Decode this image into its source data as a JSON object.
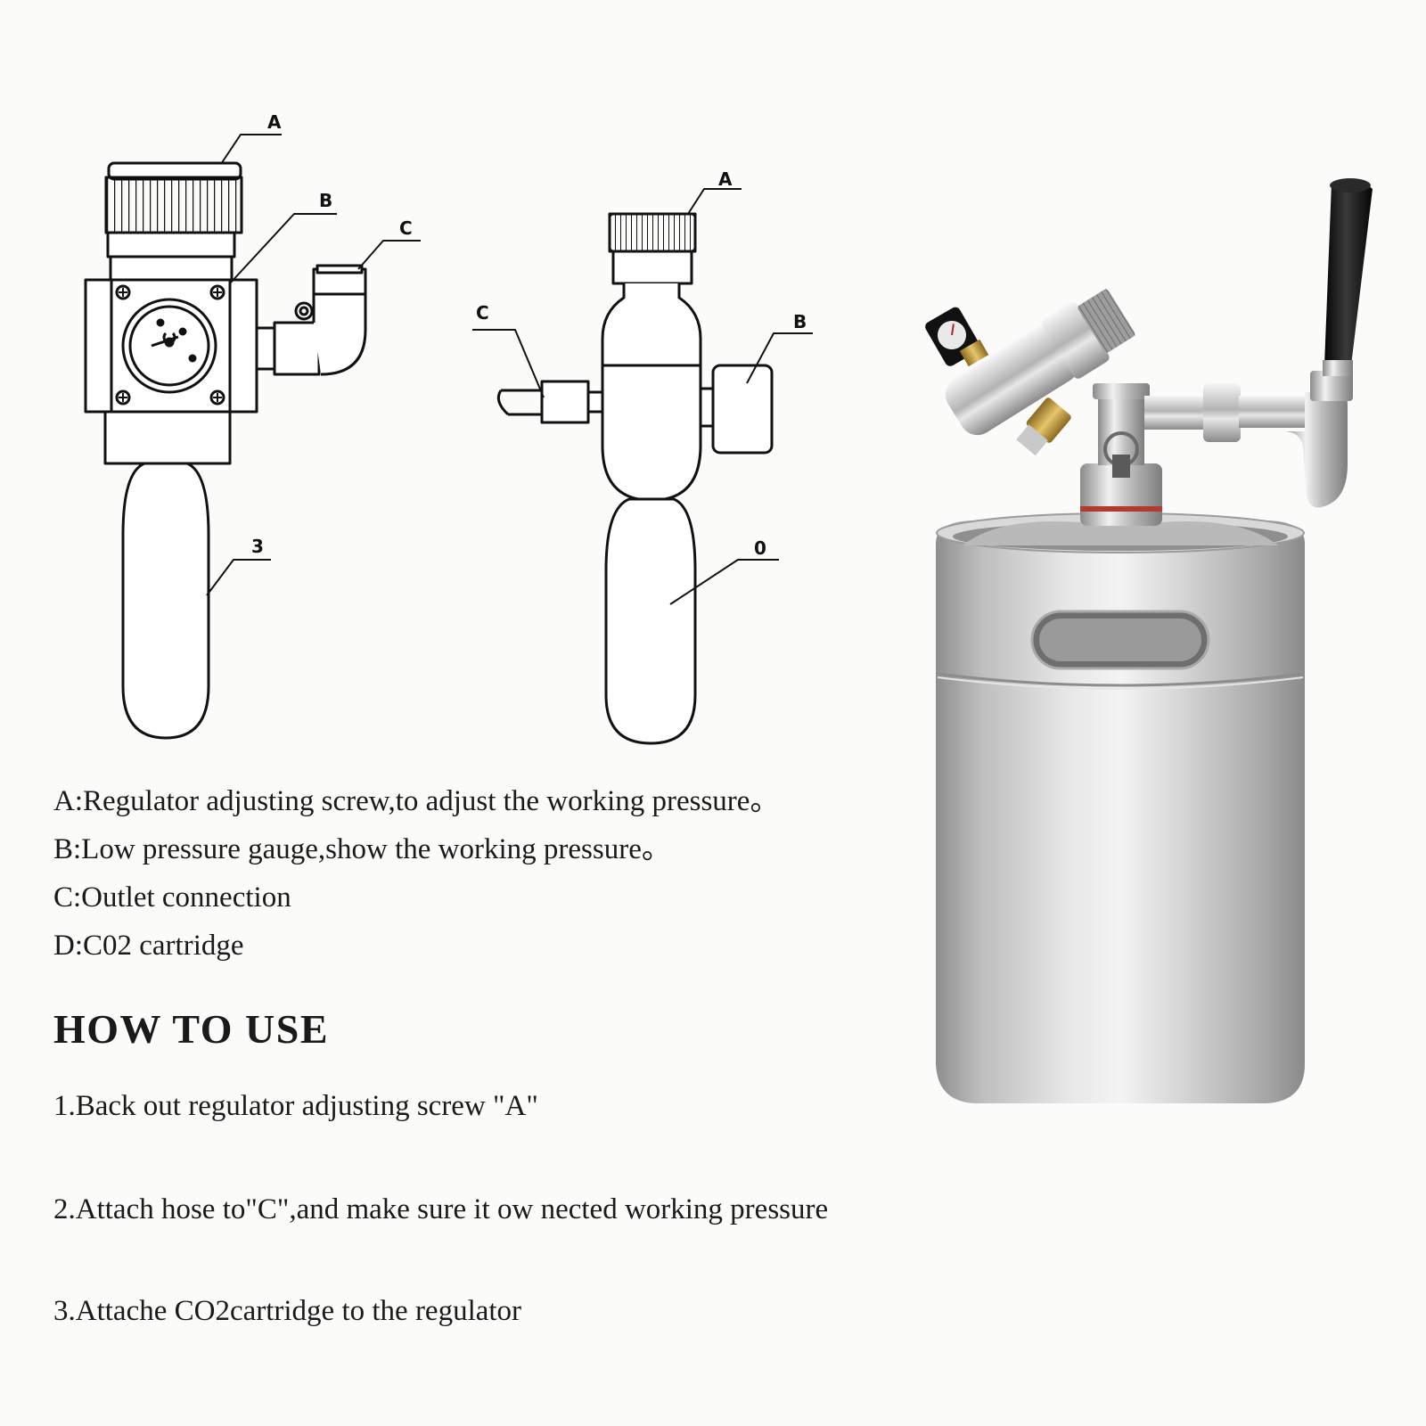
{
  "callouts": {
    "left": {
      "a": "A",
      "b": "B",
      "c": "C",
      "cartridge": "3"
    },
    "right": {
      "a": "A",
      "b": "B",
      "c": "C",
      "cartridge": "0"
    }
  },
  "legend": [
    "A:Regulator adjusting screw,to adjust the working pressure。",
    "B:Low pressure gauge,show the working pressure。",
    "C:Outlet connection",
    "D:C02 cartridge"
  ],
  "how_to_use": {
    "title": "HOW TO USE",
    "steps": [
      "1.Back out regulator adjusting screw \"A\"",
      "2.Attach hose to\"C\",and make sure it ow nected working pressure",
      "3.Attache CO2cartridge to the regulator"
    ]
  },
  "colors": {
    "background": "#fbfbf9",
    "line_art": "#111111",
    "steel": "#c9c9c9",
    "tap_handle": "#1b1b1b",
    "brass": "#c9a24a"
  }
}
